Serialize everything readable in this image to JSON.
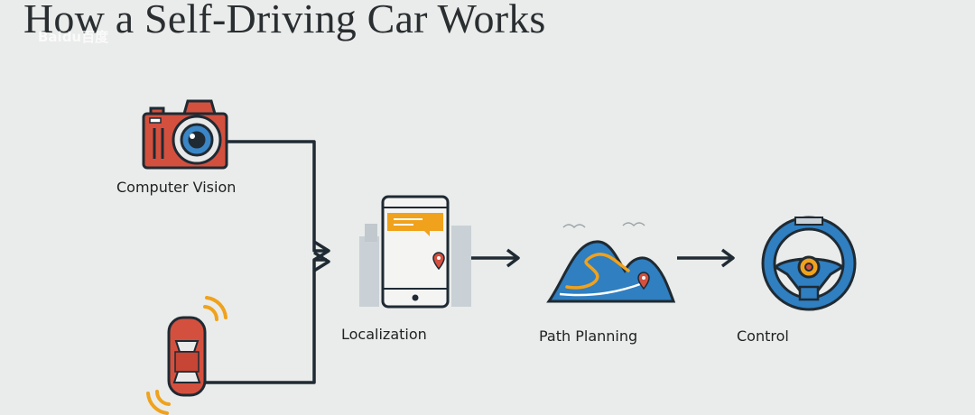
{
  "title": "How a Self-Driving Car Works",
  "watermark": "Baidu百度",
  "steps": {
    "vision": "Computer Vision",
    "localization": "Localization",
    "path": "Path Planning",
    "control": "Control"
  },
  "colors": {
    "background": "#e9ecea",
    "line": "#1f2a33",
    "camera_red": "#d4503e",
    "lens_blue": "#3b86c6",
    "accent_orange": "#f0a21c",
    "mountain_blue": "#2f7fc1"
  },
  "icons": [
    "camera-icon",
    "car-icon",
    "phone-map-icon",
    "mountain-path-icon",
    "steering-wheel-icon"
  ]
}
